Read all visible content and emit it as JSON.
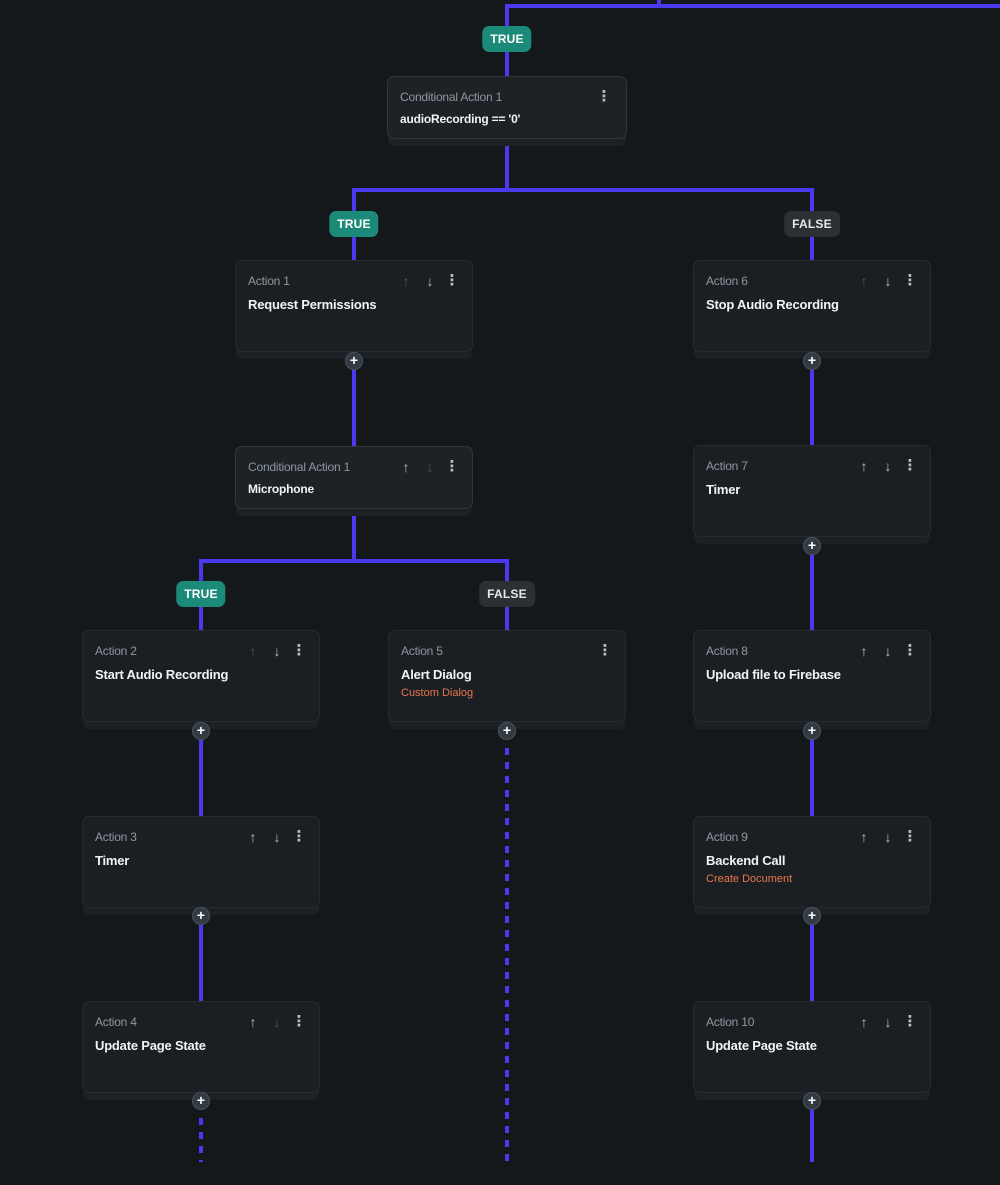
{
  "branch_labels": {
    "root_true": "TRUE",
    "c1_true": "TRUE",
    "c1_false": "FALSE",
    "c2_true": "TRUE",
    "c2_false": "FALSE"
  },
  "conditional_1": {
    "label": "Conditional Action 1",
    "title": "audioRecording == '0'"
  },
  "conditional_2": {
    "label": "Conditional Action 1",
    "title": "Microphone"
  },
  "actions": {
    "a1": {
      "label": "Action 1",
      "title": "Request Permissions"
    },
    "a2": {
      "label": "Action 2",
      "title": "Start Audio Recording"
    },
    "a3": {
      "label": "Action 3",
      "title": "Timer"
    },
    "a4": {
      "label": "Action 4",
      "title": "Update Page State"
    },
    "a5": {
      "label": "Action 5",
      "title": "Alert Dialog",
      "subtitle": "Custom Dialog"
    },
    "a6": {
      "label": "Action 6",
      "title": "Stop Audio Recording"
    },
    "a7": {
      "label": "Action 7",
      "title": "Timer"
    },
    "a8": {
      "label": "Action 8",
      "title": "Upload file to Firebase"
    },
    "a9": {
      "label": "Action 9",
      "title": "Backend Call",
      "subtitle": "Create Document"
    },
    "a10": {
      "label": "Action 10",
      "title": "Update Page State"
    }
  },
  "icons": {
    "up": "↑",
    "down": "↓",
    "menu": "⋮",
    "add": "+"
  },
  "colors": {
    "background": "#14181b",
    "connector": "#4b39ef",
    "true_badge": "#1c8a78",
    "false_badge": "#2b3035",
    "subtitle_accent": "#e8764a"
  }
}
